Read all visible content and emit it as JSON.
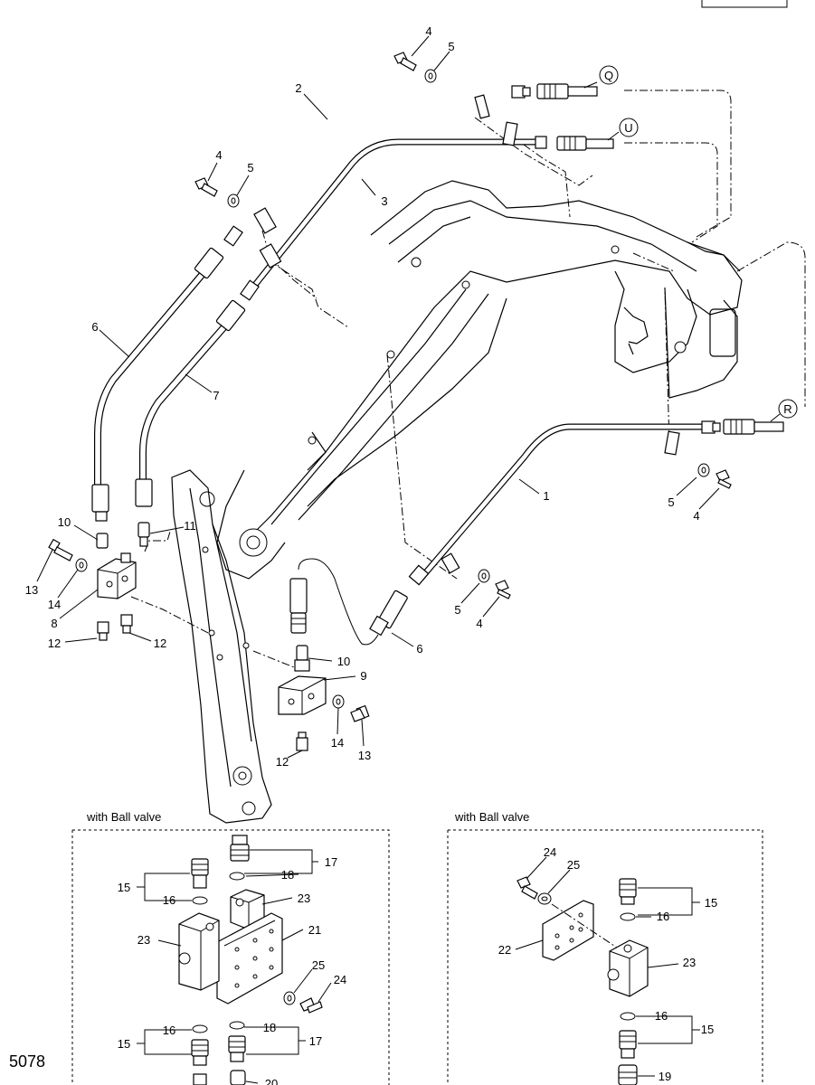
{
  "page_number": "5078",
  "corner_tag": "",
  "callouts": {
    "c1": "1",
    "c2": "2",
    "c3": "3",
    "c4a": "4",
    "c4b": "4",
    "c4c": "4",
    "c4d": "4",
    "c5a": "5",
    "c5b": "5",
    "c5c": "5",
    "c5d": "5",
    "c6a": "6",
    "c6b": "6",
    "c7": "7",
    "c8": "8",
    "c9": "9",
    "c10a": "10",
    "c10b": "10",
    "c11": "11",
    "c12a": "12",
    "c12b": "12",
    "c12c": "12",
    "c13a": "13",
    "c13b": "13",
    "c14a": "14",
    "c14b": "14",
    "cQ": "Q",
    "cU": "U",
    "cR": "R"
  },
  "inset_left": {
    "title": "with Ball valve",
    "labels": {
      "l15a": "15",
      "l16a": "16",
      "l17a": "17",
      "l18a": "18",
      "l23a": "23",
      "l23b": "23",
      "l21": "21",
      "l25": "25",
      "l24": "24",
      "l16b": "16",
      "l15b": "15",
      "l18b": "18",
      "l17b": "17",
      "l20": "20"
    }
  },
  "inset_right": {
    "title": "with Ball valve",
    "labels": {
      "r24": "24",
      "r25": "25",
      "r22": "22",
      "r15a": "15",
      "r16a": "16",
      "r23": "23",
      "r16b": "16",
      "r15b": "15",
      "r19": "19"
    }
  }
}
